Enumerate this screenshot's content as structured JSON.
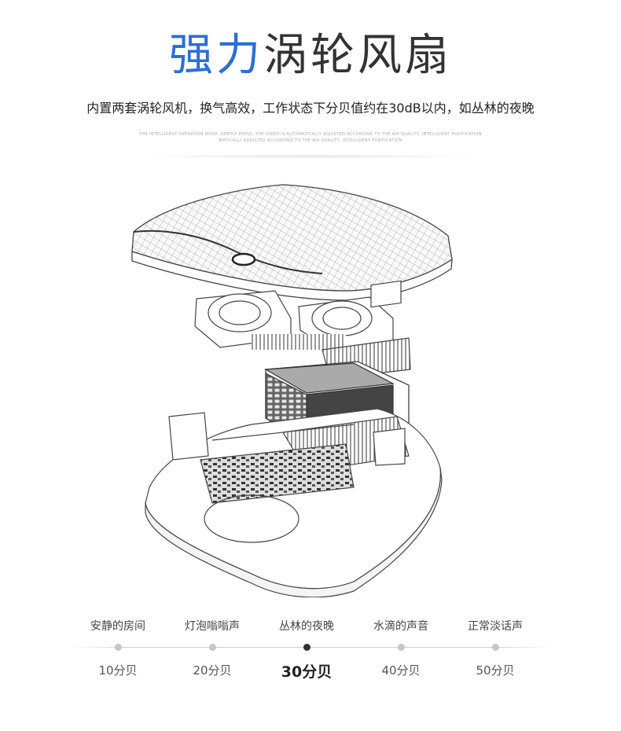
{
  "header": {
    "title_accent": "强力",
    "title_rest": "涡轮风扇",
    "subtitle": "内置两套涡轮风机，换气高效，工作状态下分贝值约在30dB以内，如丛林的夜晚",
    "fine_line_1": "THE INTELLIGENT OPERATION MODE, GENTLY PRESS, THE SPEED IS AUTOMATICALLY ADJUSTED ACCORDING TO THE AIR QUALITY, INTELLIGENT PURIFICATION",
    "fine_line_2": "MATICALLY ADJUSTED ACCORDING TO THE AIR QUALITY, INTELLIGENT PURIFICATION"
  },
  "colors": {
    "accent": "#2a6fd6",
    "active_dot": "#333333",
    "inactive_dot": "#c6c6c6"
  },
  "illustration": {
    "name": "exploded-view-sketch"
  },
  "noise_scale": {
    "active_index": 2,
    "items": [
      {
        "label": "安静的房间",
        "value": "10分贝"
      },
      {
        "label": "灯泡嗡嗡声",
        "value": "20分贝"
      },
      {
        "label": "丛林的夜晚",
        "value": "30分贝"
      },
      {
        "label": "水滴的声音",
        "value": "40分贝"
      },
      {
        "label": "正常淡话声",
        "value": "50分贝"
      }
    ]
  }
}
